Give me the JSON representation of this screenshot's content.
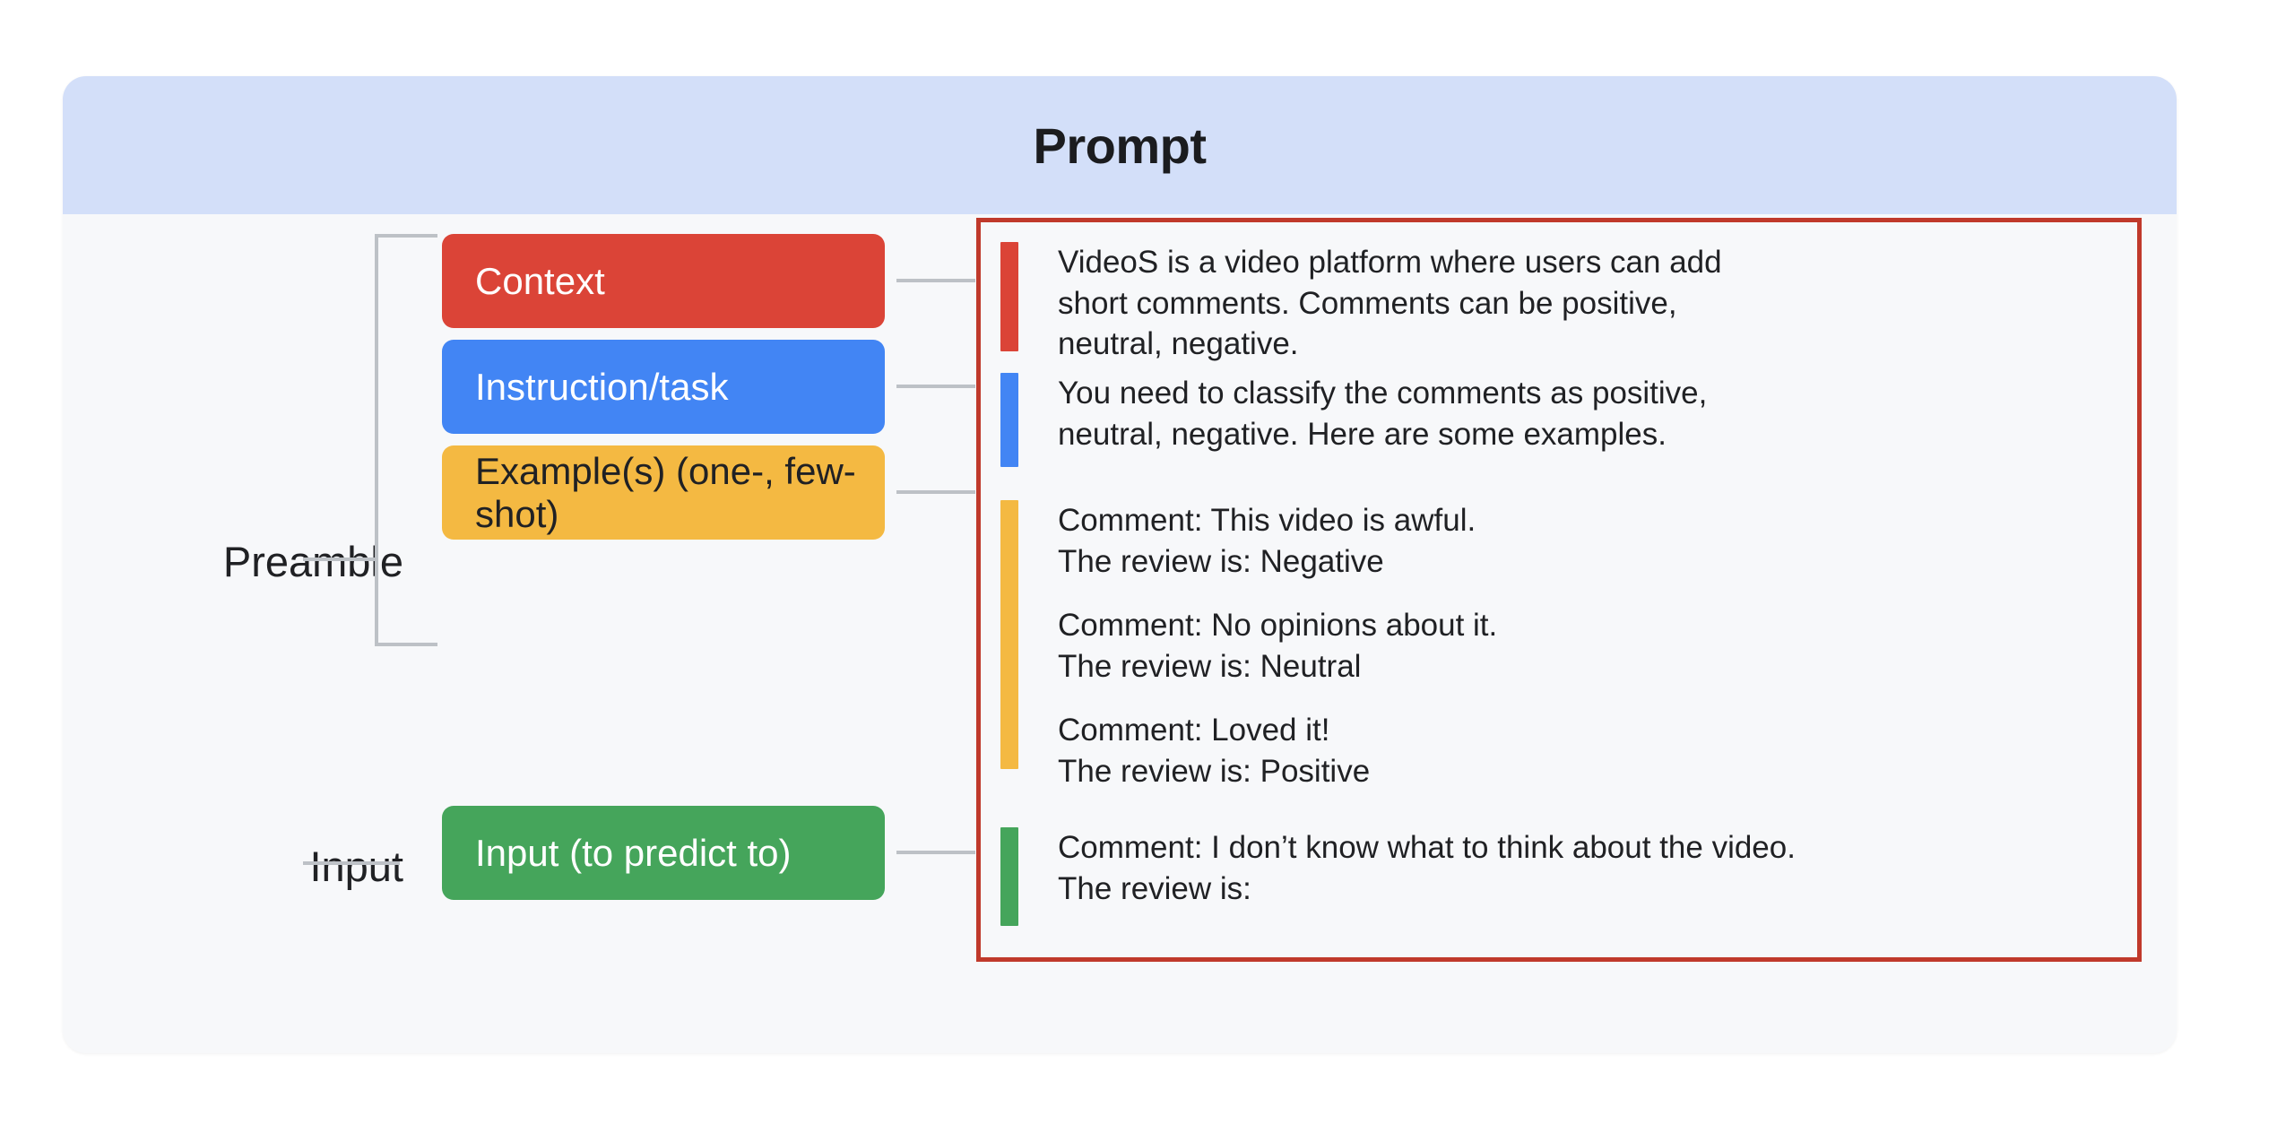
{
  "header": {
    "title": "Prompt"
  },
  "groups": [
    {
      "label": "Preamble"
    },
    {
      "label": "Input"
    }
  ],
  "stages": [
    {
      "name": "context",
      "label": "Context",
      "color": "#DB4437"
    },
    {
      "name": "instruction",
      "label": "Instruction/task",
      "color": "#4285F4"
    },
    {
      "name": "examples",
      "label": "Example(s) (one-, few-shot)",
      "color": "#F4B942"
    },
    {
      "name": "input",
      "label": "Input (to predict to)",
      "color": "#45A55B"
    }
  ],
  "panel": {
    "border_color": "#C0392B",
    "rows": [
      {
        "name": "context",
        "color": "#DB4437",
        "text": "VideoS is a video platform where users can add\nshort comments. Comments can be positive,\nneutral, negative."
      },
      {
        "name": "instruction",
        "color": "#4285F4",
        "text": "You need to classify the comments as positive,\nneutral, negative. Here are some examples."
      },
      {
        "name": "examples",
        "color": "#F4B942",
        "examples": [
          "Comment: This video is awful.\nThe review is: Negative",
          "Comment: No opinions about it.\nThe review is: Neutral",
          "Comment: Loved it!\nThe review is: Positive"
        ]
      },
      {
        "name": "input",
        "color": "#45A55B",
        "text": "Comment: I don’t know what to think about the video.\nThe review is:"
      }
    ]
  },
  "colors": {
    "card_background": "#F7F8FA",
    "header_background": "#D3DFF9",
    "connector": "#BDC1C6",
    "text_dark": "#202124"
  }
}
